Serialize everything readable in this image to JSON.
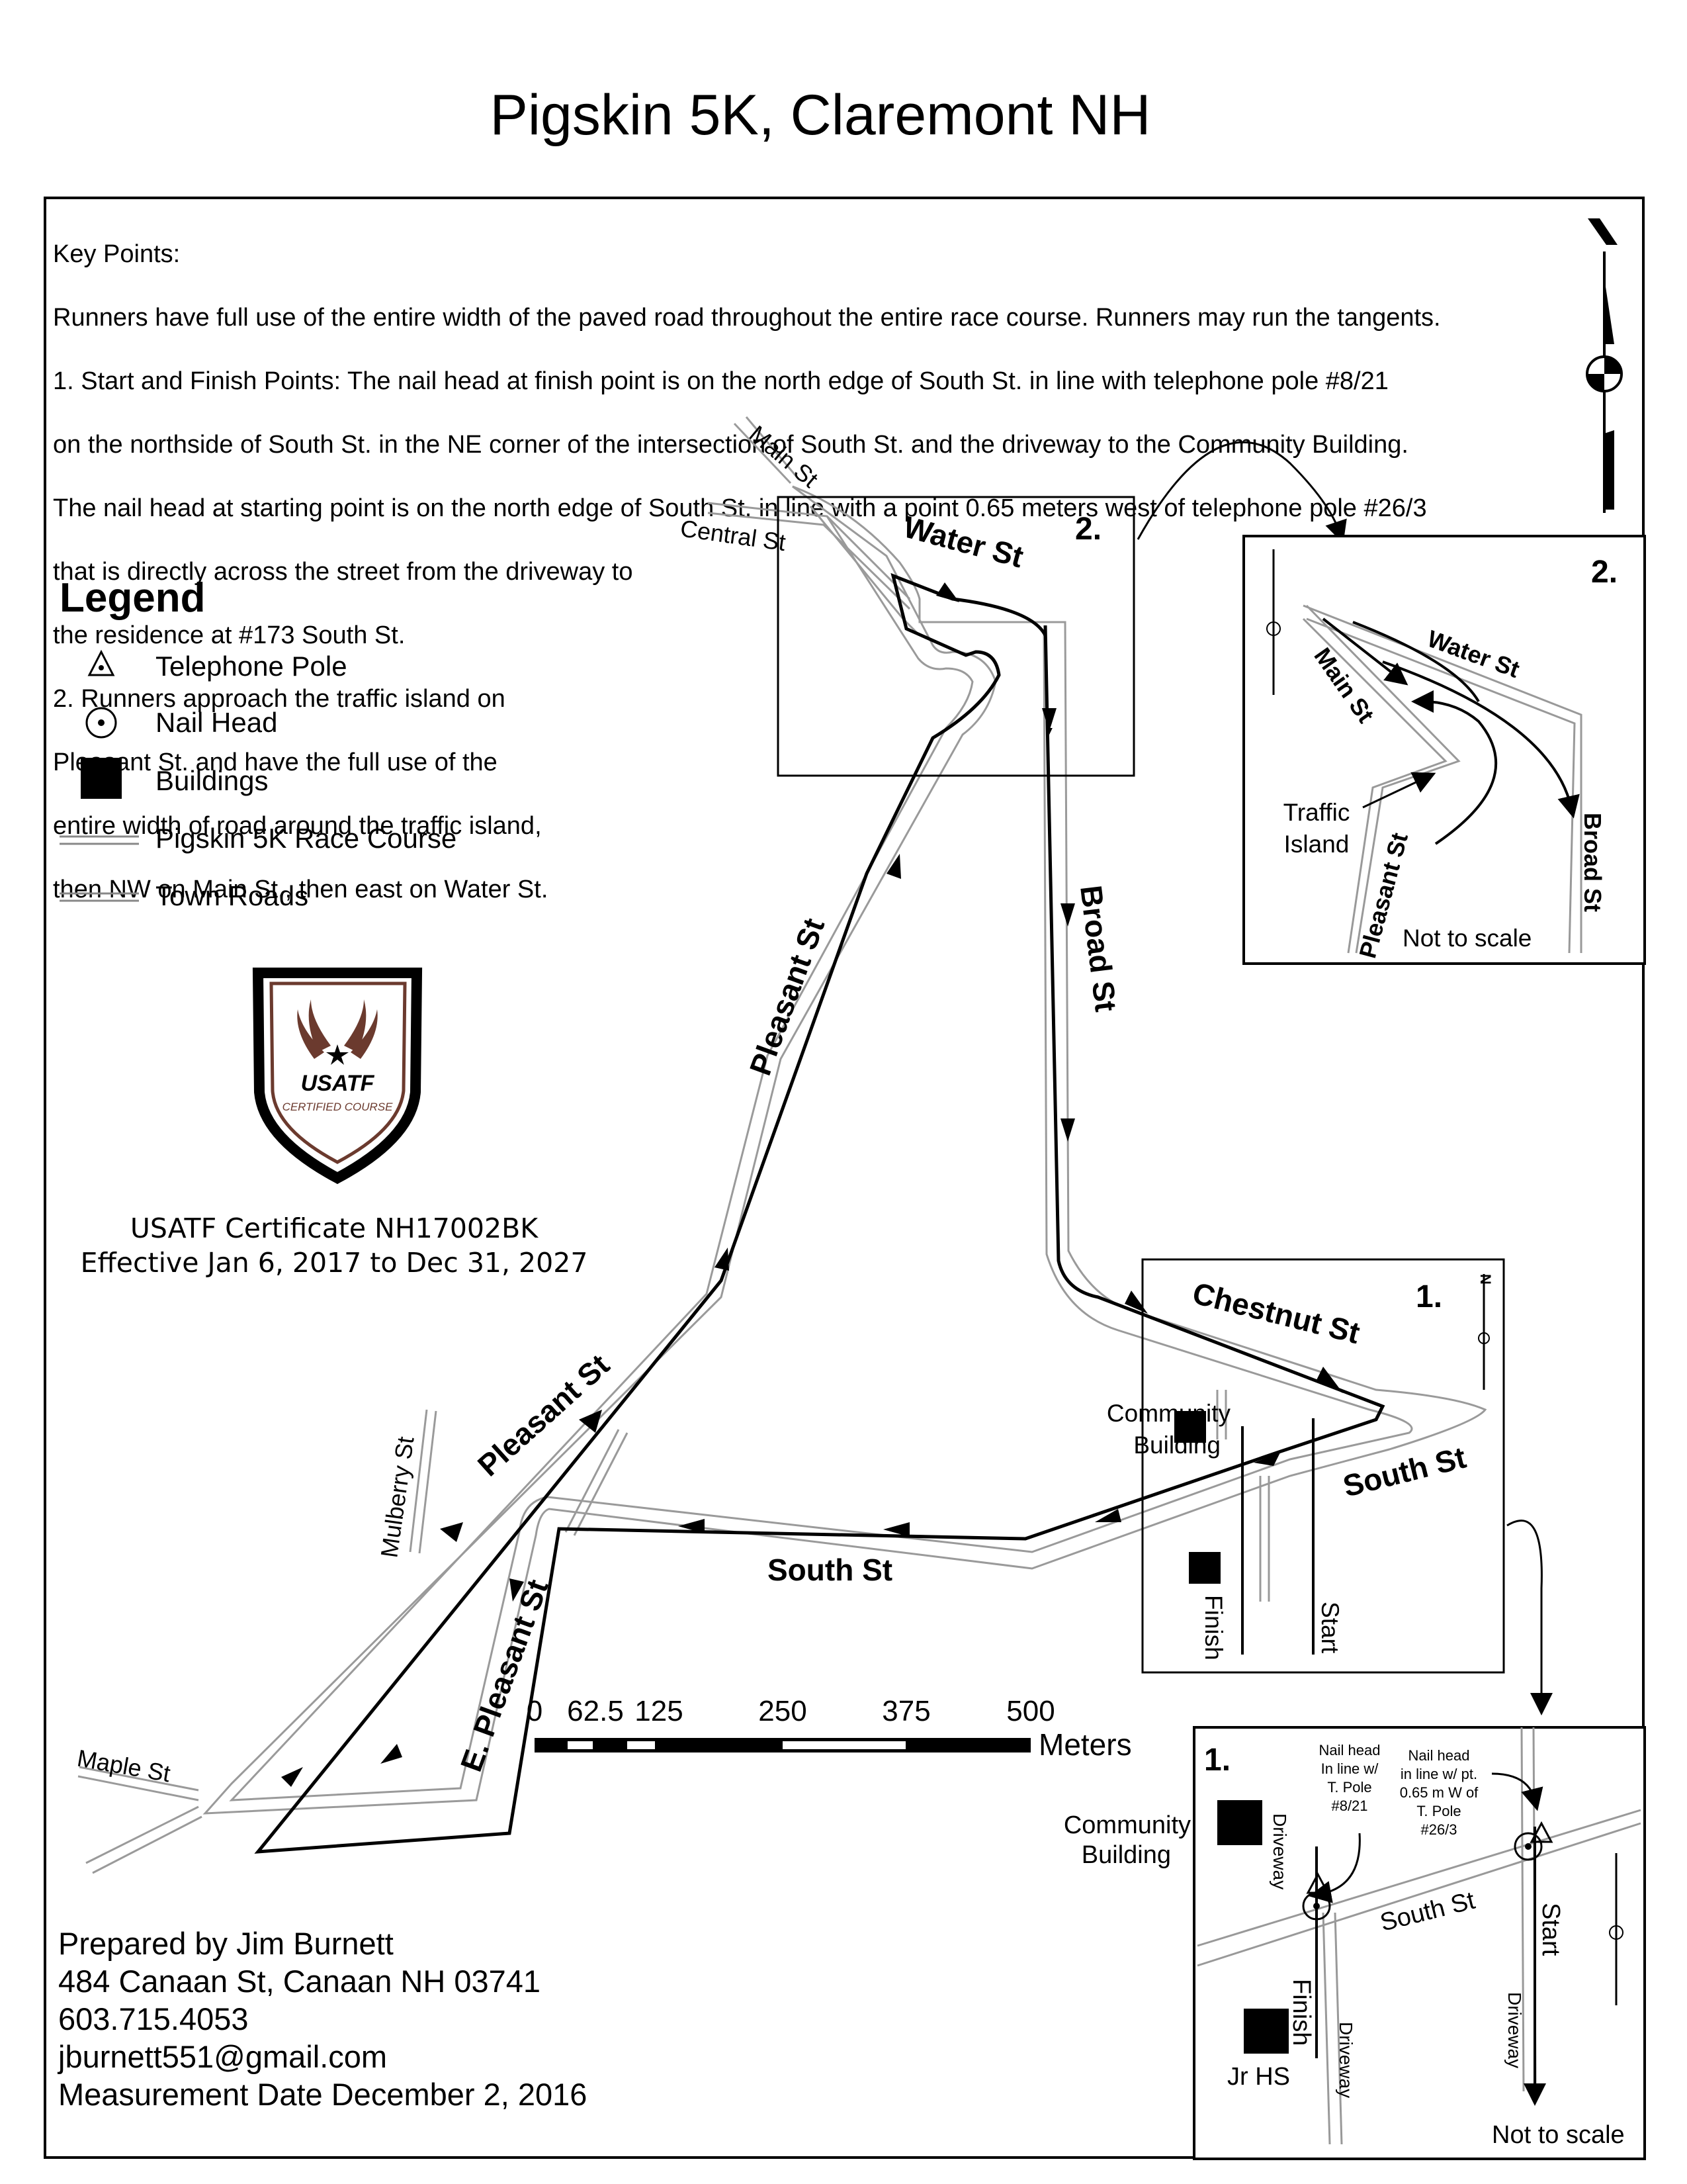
{
  "title": "Pigskin 5K, Claremont NH",
  "key_points": {
    "lines": [
      "Key Points:",
      "Runners have full use of the entire width of the paved road throughout the entire race course. Runners may run the tangents.",
      "1. Start and Finish Points: The nail head at finish point is on the north edge of South St. in line with telephone pole #8/21",
      "on the northside of South St. in the NE corner of the intersection of South St. and the driveway to the Community Building.",
      "The nail head at starting point is on the north edge of South St. in line with a point 0.65 meters west of telephone pole #26/3",
      "that is directly across the street from the driveway to",
      "the residence at #173 South St.",
      "2. Runners approach the traffic island on",
      "Pleasant St. and have the full use of the",
      "entire width of road around the traffic island,",
      "then NW on Main St., then east on Water St."
    ]
  },
  "legend": {
    "title": "Legend",
    "items": [
      {
        "label": "Telephone Pole",
        "symbol": "triangle-dot-icon"
      },
      {
        "label": "Nail Head",
        "symbol": "circle-dot-icon"
      },
      {
        "label": "Buildings",
        "symbol": "square-icon"
      },
      {
        "label": "Pigskin 5K Race Course",
        "symbol": "double-line-icon"
      },
      {
        "label": "Town Roads",
        "symbol": "double-line-icon"
      }
    ]
  },
  "badge": {
    "brand": "USATF",
    "subtitle": "CERTIFIED COURSE",
    "color": "#6b3a2e"
  },
  "certificate": {
    "line1": "USATF Certificate NH17002BK",
    "line2": "Effective Jan 6, 2017 to Dec 31, 2027"
  },
  "prepared": {
    "line1": "Prepared by Jim Burnett",
    "line2": "484 Canaan St, Canaan NH 03741",
    "line3": "603.715.4053",
    "line4": "jburnett551@gmail.com",
    "line5": "Measurement Date December 2, 2016"
  },
  "streets": {
    "main": "Main St",
    "central": "Central St",
    "water": "Water St",
    "broad": "Broad St",
    "pleasant": "Pleasant St",
    "chestnut": "Chestnut St",
    "south": "South St",
    "e_pleasant": "E. Pleasant St",
    "mulberry": "Mulberry St",
    "maple": "Maple St"
  },
  "map_labels": {
    "box2": "2.",
    "box1": "1.",
    "community_building": [
      "Community",
      "Building"
    ],
    "finish": "Finish",
    "start": "Start"
  },
  "scale_bar": {
    "ticks": [
      "0",
      "62.5",
      "125",
      "250",
      "375",
      "500"
    ],
    "unit": "Meters"
  },
  "inset2": {
    "number": "2.",
    "water": "Water St",
    "main": "Main St",
    "pleasant": "Pleasant St",
    "broad": "Broad St",
    "island": [
      "Traffic",
      "Island"
    ],
    "note": "Not to scale"
  },
  "inset1": {
    "number": "1.",
    "community_building": [
      "Community",
      "Building"
    ],
    "nail_finish": [
      "Nail head",
      "In line w/",
      "T. Pole",
      "#8/21"
    ],
    "nail_start": [
      "Nail head",
      "in line w/ pt.",
      "0.65 m W of",
      "T. Pole",
      "#26/3"
    ],
    "south": "South St",
    "start": "Start",
    "finish": "Finish",
    "driveway": "Driveway",
    "jr_hs": "Jr HS",
    "note": "Not to scale"
  },
  "north_arrow_label": "N",
  "colors": {
    "ink": "#000000",
    "road": "#9a9a9a",
    "badge_brown": "#6b3a2e"
  }
}
